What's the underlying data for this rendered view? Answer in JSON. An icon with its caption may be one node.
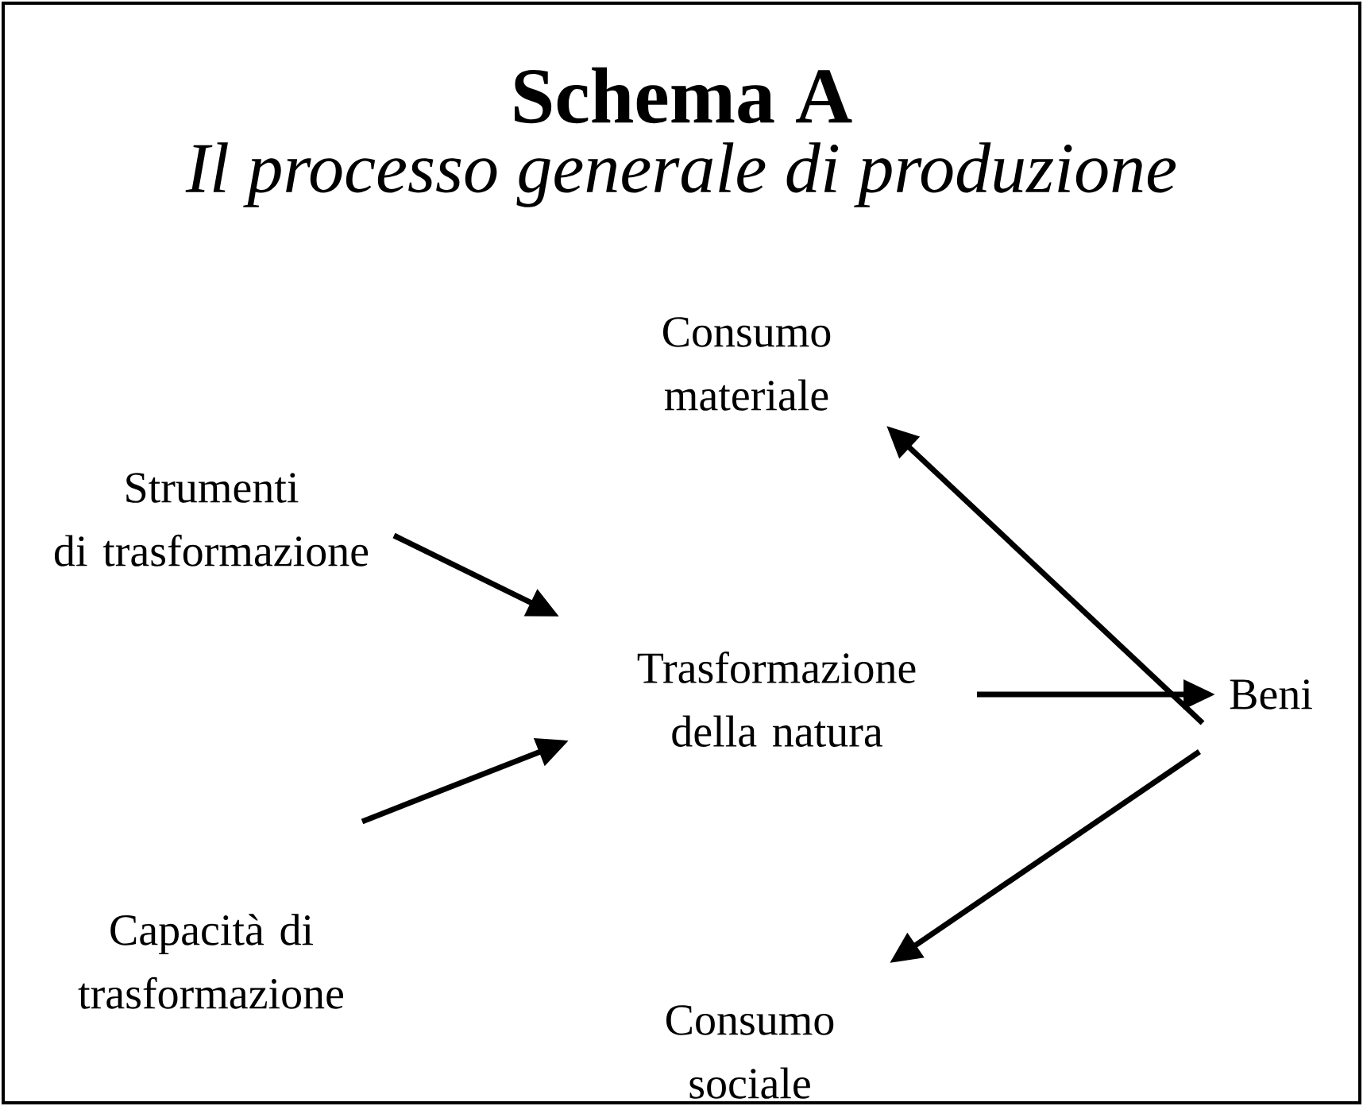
{
  "diagram": {
    "title": "Schema A",
    "nodes": [
      {
        "text": [
          "Strumenti di trasformazione"
        ]
      },
      {
        "text": [
          "Capacità di trasformazione"
        ]
      },
      {
        "text": [
          "Trasformazione della natura"
        ]
      },
      {
        "text": [
          "Beni"
        ]
      },
      {
        "text": [
          "Consumo materiale"
        ]
      },
      {
        "text": [
          "Consumo sociale"
        ]
      }
    ],
    "edges": [
      {
        "from": 0,
        "to": 2,
        "arrow": "to"
      },
      {
        "from": 1,
        "to": 2,
        "arrow": "to"
      },
      {
        "from": 2,
        "to": 3,
        "arrow": "to"
      },
      {
        "from": 3,
        "to": 4,
        "arrow": "to"
      },
      {
        "from": 3,
        "to": 5,
        "arrow": "to"
      }
    ],
    "labels": [
      "Il processo generale di produzione"
    ]
  }
}
